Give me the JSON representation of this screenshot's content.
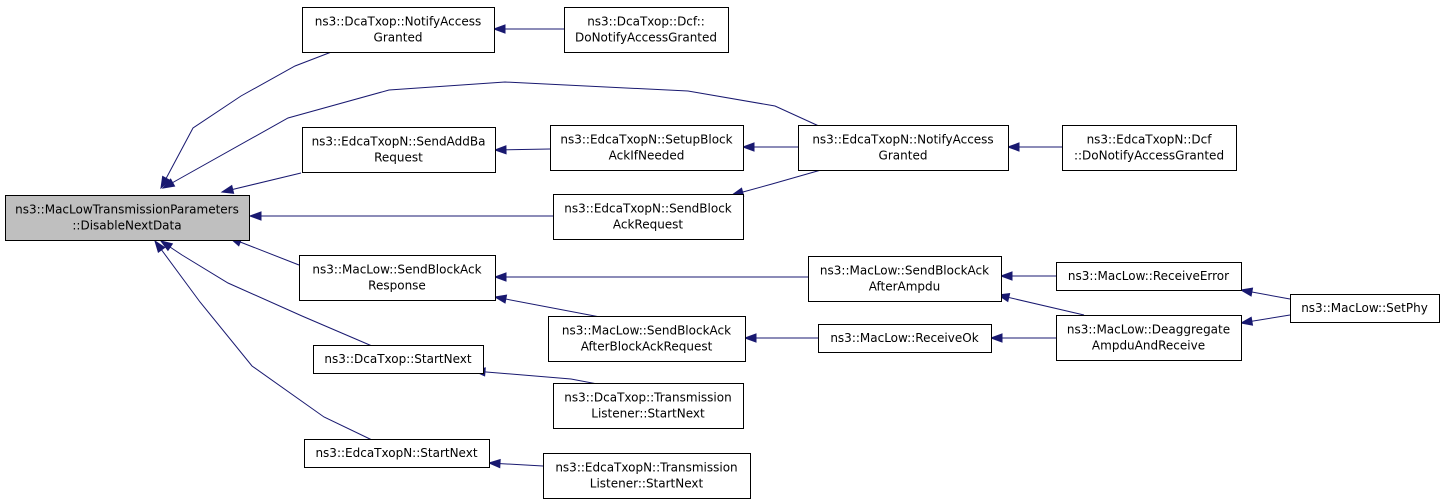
{
  "colors": {
    "edge": "#191970",
    "node_border": "#000000",
    "focus_fill": "#bfbfbf",
    "node_fill": "#ffffff"
  },
  "nodes": [
    {
      "id": "n0",
      "lines": [
        "ns3::MacLowTransmissionParameters",
        "::DisableNextData"
      ],
      "focus": true
    },
    {
      "id": "n1",
      "lines": [
        "ns3::DcaTxop::NotifyAccess",
        "Granted"
      ]
    },
    {
      "id": "n2",
      "lines": [
        "ns3::DcaTxop::Dcf::",
        "DoNotifyAccessGranted"
      ]
    },
    {
      "id": "n3",
      "lines": [
        "ns3::EdcaTxopN::NotifyAccess",
        "Granted"
      ]
    },
    {
      "id": "n4",
      "lines": [
        "ns3::EdcaTxopN::Dcf",
        "::DoNotifyAccessGranted"
      ]
    },
    {
      "id": "n5",
      "lines": [
        "ns3::EdcaTxopN::SendAddBa",
        "Request"
      ]
    },
    {
      "id": "n6",
      "lines": [
        "ns3::EdcaTxopN::SetupBlock",
        "AckIfNeeded"
      ]
    },
    {
      "id": "n7",
      "lines": [
        "ns3::EdcaTxopN::SendBlock",
        "AckRequest"
      ]
    },
    {
      "id": "n8",
      "lines": [
        "ns3::MacLow::SendBlockAck",
        "Response"
      ]
    },
    {
      "id": "n9",
      "lines": [
        "ns3::MacLow::SendBlockAck",
        "AfterAmpdu"
      ]
    },
    {
      "id": "n10",
      "lines": [
        "ns3::MacLow::ReceiveError"
      ]
    },
    {
      "id": "n11",
      "lines": [
        "ns3::MacLow::SetPhy"
      ]
    },
    {
      "id": "n12",
      "lines": [
        "ns3::MacLow::Deaggregate",
        "AmpduAndReceive"
      ]
    },
    {
      "id": "n13",
      "lines": [
        "ns3::MacLow::SendBlockAck",
        "AfterBlockAckRequest"
      ]
    },
    {
      "id": "n14",
      "lines": [
        "ns3::MacLow::ReceiveOk"
      ]
    },
    {
      "id": "n15",
      "lines": [
        "ns3::DcaTxop::StartNext"
      ]
    },
    {
      "id": "n16",
      "lines": [
        "ns3::DcaTxop::Transmission",
        "Listener::StartNext"
      ]
    },
    {
      "id": "n17",
      "lines": [
        "ns3::EdcaTxopN::StartNext"
      ]
    },
    {
      "id": "n18",
      "lines": [
        "ns3::EdcaTxopN::Transmission",
        "Listener::StartNext"
      ]
    }
  ],
  "edges": [
    {
      "from": "n1",
      "to": "n0"
    },
    {
      "from": "n3",
      "to": "n0"
    },
    {
      "from": "n5",
      "to": "n0"
    },
    {
      "from": "n7",
      "to": "n0"
    },
    {
      "from": "n8",
      "to": "n0"
    },
    {
      "from": "n15",
      "to": "n0"
    },
    {
      "from": "n17",
      "to": "n0"
    },
    {
      "from": "n2",
      "to": "n1"
    },
    {
      "from": "n4",
      "to": "n3"
    },
    {
      "from": "n6",
      "to": "n5"
    },
    {
      "from": "n3",
      "to": "n6"
    },
    {
      "from": "n3",
      "to": "n7"
    },
    {
      "from": "n9",
      "to": "n8"
    },
    {
      "from": "n13",
      "to": "n8"
    },
    {
      "from": "n10",
      "to": "n9"
    },
    {
      "from": "n12",
      "to": "n9"
    },
    {
      "from": "n11",
      "to": "n10"
    },
    {
      "from": "n11",
      "to": "n12"
    },
    {
      "from": "n14",
      "to": "n13"
    },
    {
      "from": "n12",
      "to": "n14"
    },
    {
      "from": "n16",
      "to": "n15"
    },
    {
      "from": "n18",
      "to": "n17"
    }
  ]
}
